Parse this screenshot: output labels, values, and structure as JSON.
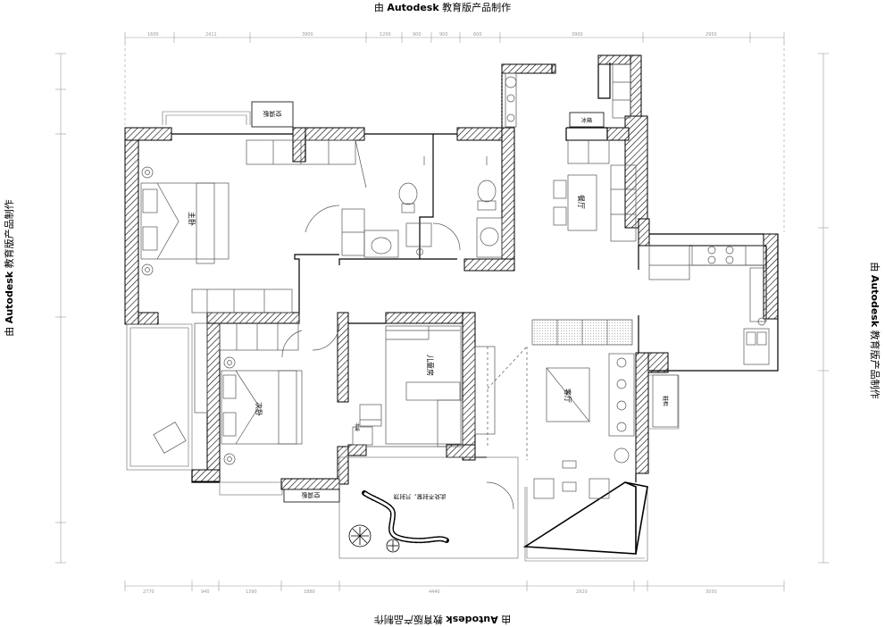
{
  "watermark": {
    "prefix": "由",
    "brand": "Autodesk",
    "suffix": "教育版产品制作"
  },
  "rooms": {
    "master_bedroom": "主卧",
    "second_bedroom": "次卧",
    "children_room": "儿童房",
    "living_room": "客厅",
    "dining_room": "餐厅"
  },
  "labels": {
    "ac_panel": "空调板",
    "fridge": "冰箱",
    "shoe_cabinet": "鞋柜",
    "garden_note": "此处不封窗，只封顶",
    "desk": "书桌"
  },
  "colors": {
    "line": "#000000",
    "thin_line": "#555555",
    "dim_line": "#9a9a9a",
    "dot_fill": "#b0b0b0"
  }
}
